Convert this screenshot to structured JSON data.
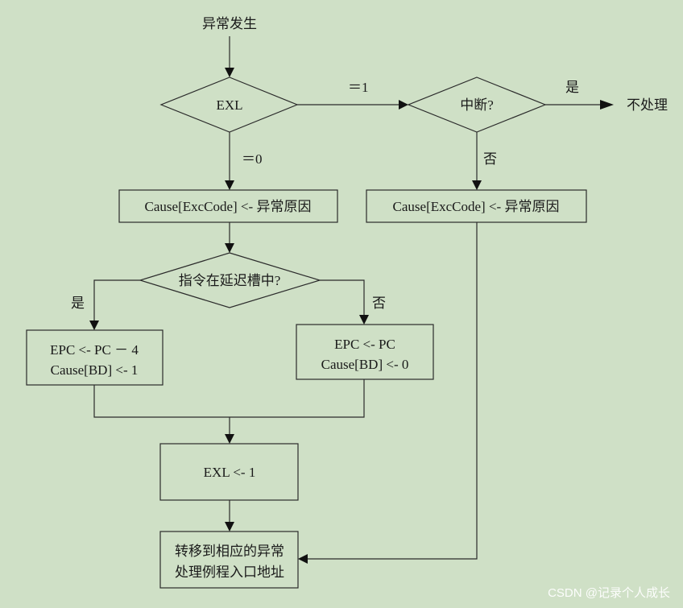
{
  "start": "异常发生",
  "exl_check": {
    "label": "EXL",
    "eq1": "＝1",
    "eq0": "＝0"
  },
  "interrupt_check": {
    "label": "中断?",
    "yes": "是",
    "no": "否"
  },
  "no_handle": "不处理",
  "cause_left": "Cause[ExcCode] <- 异常原因",
  "cause_right": "Cause[ExcCode] <- 异常原因",
  "delay_slot_check": {
    "label": "指令在延迟槽中?",
    "yes": "是",
    "no": "否"
  },
  "epc_yes": {
    "line1": "EPC <- PC － 4",
    "line2": "Cause[BD] <- 1"
  },
  "epc_no": {
    "line1": "EPC <- PC",
    "line2": "Cause[BD] <- 0"
  },
  "exl_set": "EXL <- 1",
  "jump": {
    "line1": "转移到相应的异常",
    "line2": "处理例程入口地址"
  },
  "watermark": "CSDN @记录个人成长"
}
